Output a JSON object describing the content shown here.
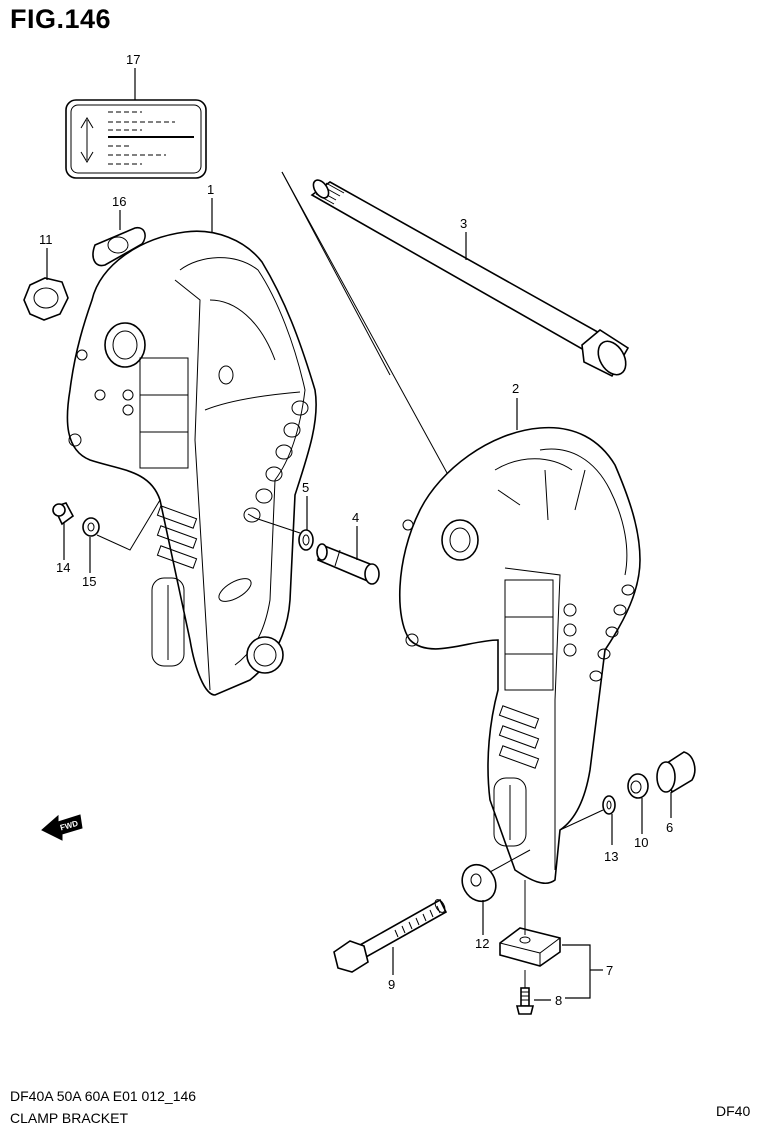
{
  "figure": {
    "title": "FIG.146",
    "footer_model": "DF40A 50A 60A E01 012_146",
    "footer_name": "CLAMP BRACKET",
    "model_code": "DF40",
    "direction_badge": "FWD"
  },
  "callouts": [
    "17",
    "1",
    "16",
    "11",
    "3",
    "2",
    "5",
    "4",
    "14",
    "15",
    "13",
    "10",
    "6",
    "12",
    "9",
    "7",
    "8"
  ]
}
